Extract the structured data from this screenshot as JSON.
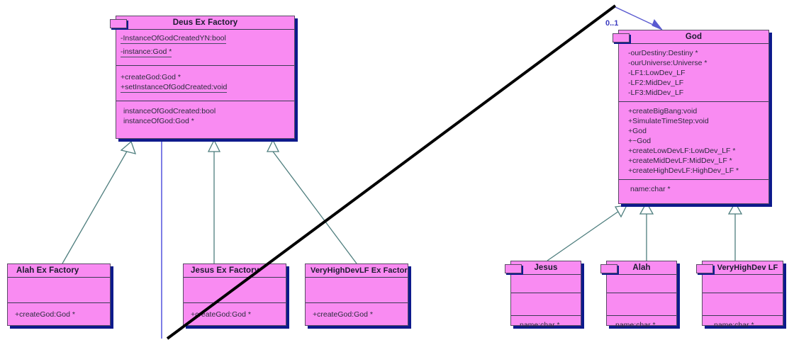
{
  "diagram": {
    "kind": "uml-class-diagram",
    "background": "#ffffff",
    "class_fill": "#f98bf2",
    "class_border": "#5a4a66",
    "class_shadow": "#0d1a8c",
    "inheritance_color": "#4e7e7e",
    "association_color": "#5a5ad0",
    "line_color": "#000000"
  },
  "classes": {
    "deus_ex_factory": {
      "name": "Deus Ex Factory",
      "attributes": [
        "-InstanceOfGodCreatedYN:bool",
        "-instance:God *"
      ],
      "operations": [
        "+createGod:God *",
        "+setInstanceOfGodCreated:void"
      ],
      "extras": [
        "instanceOfGodCreated:bool",
        "instanceOfGod:God *"
      ]
    },
    "god": {
      "name": "God",
      "attributes": [
        "-ourDestiny:Destiny *",
        "-ourUniverse:Universe *",
        "-LF1:LowDev_LF",
        "-LF2:MidDev_LF",
        "-LF3:MidDev_LF"
      ],
      "operations": [
        "+createBigBang:void",
        "+SimulateTimeStep:void",
        "+God",
        "+~God",
        "+createLowDevLF:LowDev_LF *",
        "+createMidDevLF:MidDev_LF *",
        "+createHighDevLF:HighDev_LF *"
      ],
      "extras": [
        "name:char *"
      ]
    },
    "alah_ex_factory": {
      "name": "Alah Ex Factory",
      "attributes": [],
      "operations": [
        "+createGod:God *"
      ]
    },
    "jesus_ex_factory": {
      "name": "Jesus Ex Factory",
      "attributes": [],
      "operations": [
        "+createGod:God *"
      ]
    },
    "veryhighdevlf_ex_factory": {
      "name": "VeryHighDevLF Ex Factory",
      "attributes": [],
      "operations": [
        "+createGod:God *"
      ]
    },
    "jesus": {
      "name": "Jesus",
      "attributes": [],
      "operations": [],
      "extras": [
        "name:char *"
      ]
    },
    "alah": {
      "name": "Alah",
      "attributes": [],
      "operations": [],
      "extras": [
        "name:char *"
      ]
    },
    "veryhighdev_lf": {
      "name": "VeryHighDev LF",
      "attributes": [],
      "operations": [],
      "extras": [
        "name:char *"
      ]
    }
  },
  "labels": {
    "association_multiplicity": "0..1"
  }
}
